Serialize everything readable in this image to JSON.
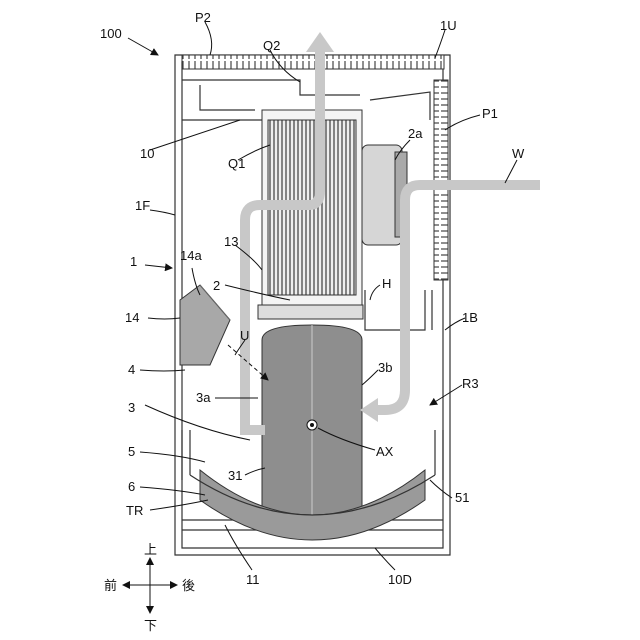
{
  "labels": {
    "l100": "100",
    "lP2": "P2",
    "lQ2": "Q2",
    "l1U": "1U",
    "lP1": "P1",
    "l2a": "2a",
    "lW": "W",
    "l10": "10",
    "lQ1": "Q1",
    "l1F": "1F",
    "l13": "13",
    "l14a": "14a",
    "l1": "1",
    "l2": "2",
    "lH": "H",
    "l14": "14",
    "l1B": "1B",
    "lU": "U",
    "l4": "4",
    "l3b": "3b",
    "l3a": "3a",
    "lR3": "R3",
    "l3": "3",
    "lAX": "AX",
    "l5": "5",
    "l31": "31",
    "l6": "6",
    "l51": "51",
    "lTR": "TR",
    "l11": "11",
    "l10D": "10D"
  },
  "directions": {
    "up": "上",
    "down": "下",
    "front": "前",
    "back": "後"
  },
  "colors": {
    "airflow": "#c8c8c8",
    "drum": "#8e8e8e",
    "fan_hatch": "#555555",
    "line": "#111111"
  }
}
